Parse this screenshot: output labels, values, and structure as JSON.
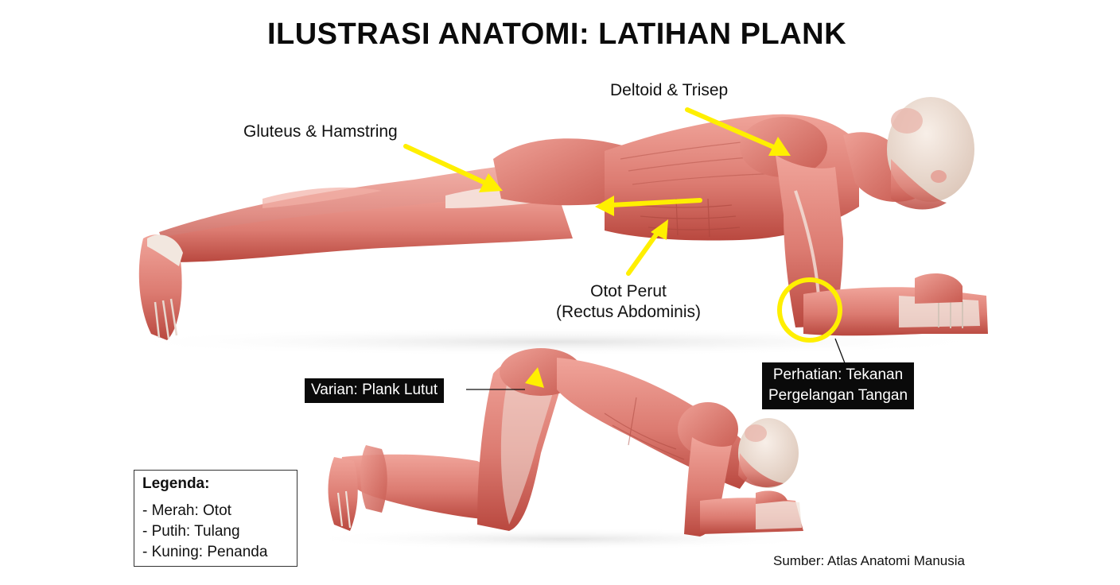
{
  "title": "ILUSTRASI ANATOMI: LATIHAN PLANK",
  "labels": {
    "deltoid": "Deltoid & Trisep",
    "gluteus": "Gluteus & Hamstring",
    "abs_line1": "Otot Perut",
    "abs_line2": "(Rectus Abdominis)",
    "wrist_line1": "Perhatian: Tekanan",
    "wrist_line2": "Pergelangan Tangan",
    "variant": "Varian: Plank Lutut"
  },
  "legend": {
    "title": "Legenda:",
    "items": [
      "- Merah: Otot",
      "- Putih: Tulang",
      "- Kuning: Penanda"
    ]
  },
  "source": "Sumber: Atlas Anatomi Manusia",
  "colors": {
    "muscle": "#e0837a",
    "muscle_dark": "#b9483f",
    "bone": "#f3e9e2",
    "marker": "#ffef00"
  }
}
